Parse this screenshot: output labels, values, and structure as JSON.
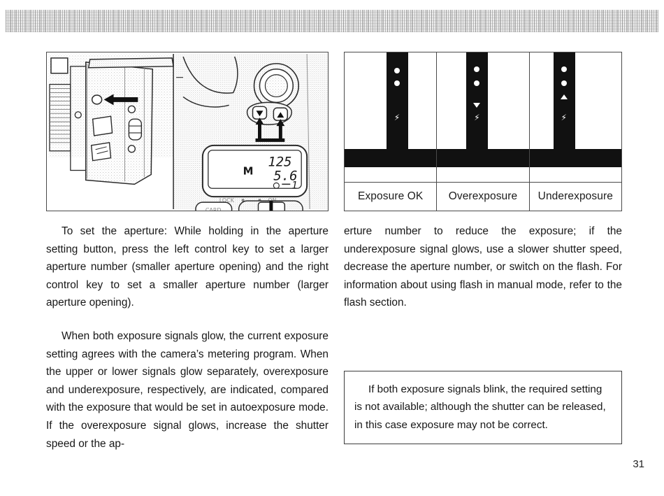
{
  "page": {
    "number": "31"
  },
  "figure_camera": {
    "caption_alt": "camera-top-controls-illustration",
    "lcd": {
      "shutter_speed": "125",
      "mode": "M",
      "aperture": "5.6",
      "frame_counter": "1"
    },
    "switch_labels": {
      "lock": "LOCK",
      "on": "ON"
    },
    "card_button_label": "CARD",
    "control_key_left": "left-control-key",
    "control_key_right": "right-control-key"
  },
  "figure_signals": {
    "panels": [
      {
        "label": "Exposure OK",
        "indicators": [
          "dot",
          "dot",
          "flash"
        ]
      },
      {
        "label": "Overexposure",
        "indicators": [
          "dot",
          "dot",
          "triangle-down",
          "flash"
        ]
      },
      {
        "label": "Underexposure",
        "indicators": [
          "dot",
          "dot",
          "triangle-up",
          "flash"
        ]
      }
    ]
  },
  "text": {
    "left_column": [
      "To set the aperture: While holding in the aperture setting button, press the left control key to set a larger aperture number (smaller aperture opening) and the right control key to set a smaller aperture number (larger aperture opening).",
      "When both exposure signals glow, the current exposure setting agrees with the camera’s metering program. When the upper or lower signals glow separately, overexposure and underexposure, respectively, are indicated, compared with the exposure that would be set in autoexposure mode. If the overexposure signal glows, increase the shutter speed or the ap-"
    ],
    "right_column": [
      "erture number to reduce the exposure; if the underexposure signal glows, use a slower shutter speed, decrease the aperture number, or switch on the flash. For information about using flash in manual mode, refer to the flash section."
    ],
    "note_box": "If both exposure signals blink, the required setting is not available; although the shutter can be released, in this case exposure may not be correct."
  },
  "colors": {
    "ink": "#171717",
    "frame": "#4a4a4a",
    "viewfinder_dark": "#111111",
    "paper": "#ffffff"
  }
}
